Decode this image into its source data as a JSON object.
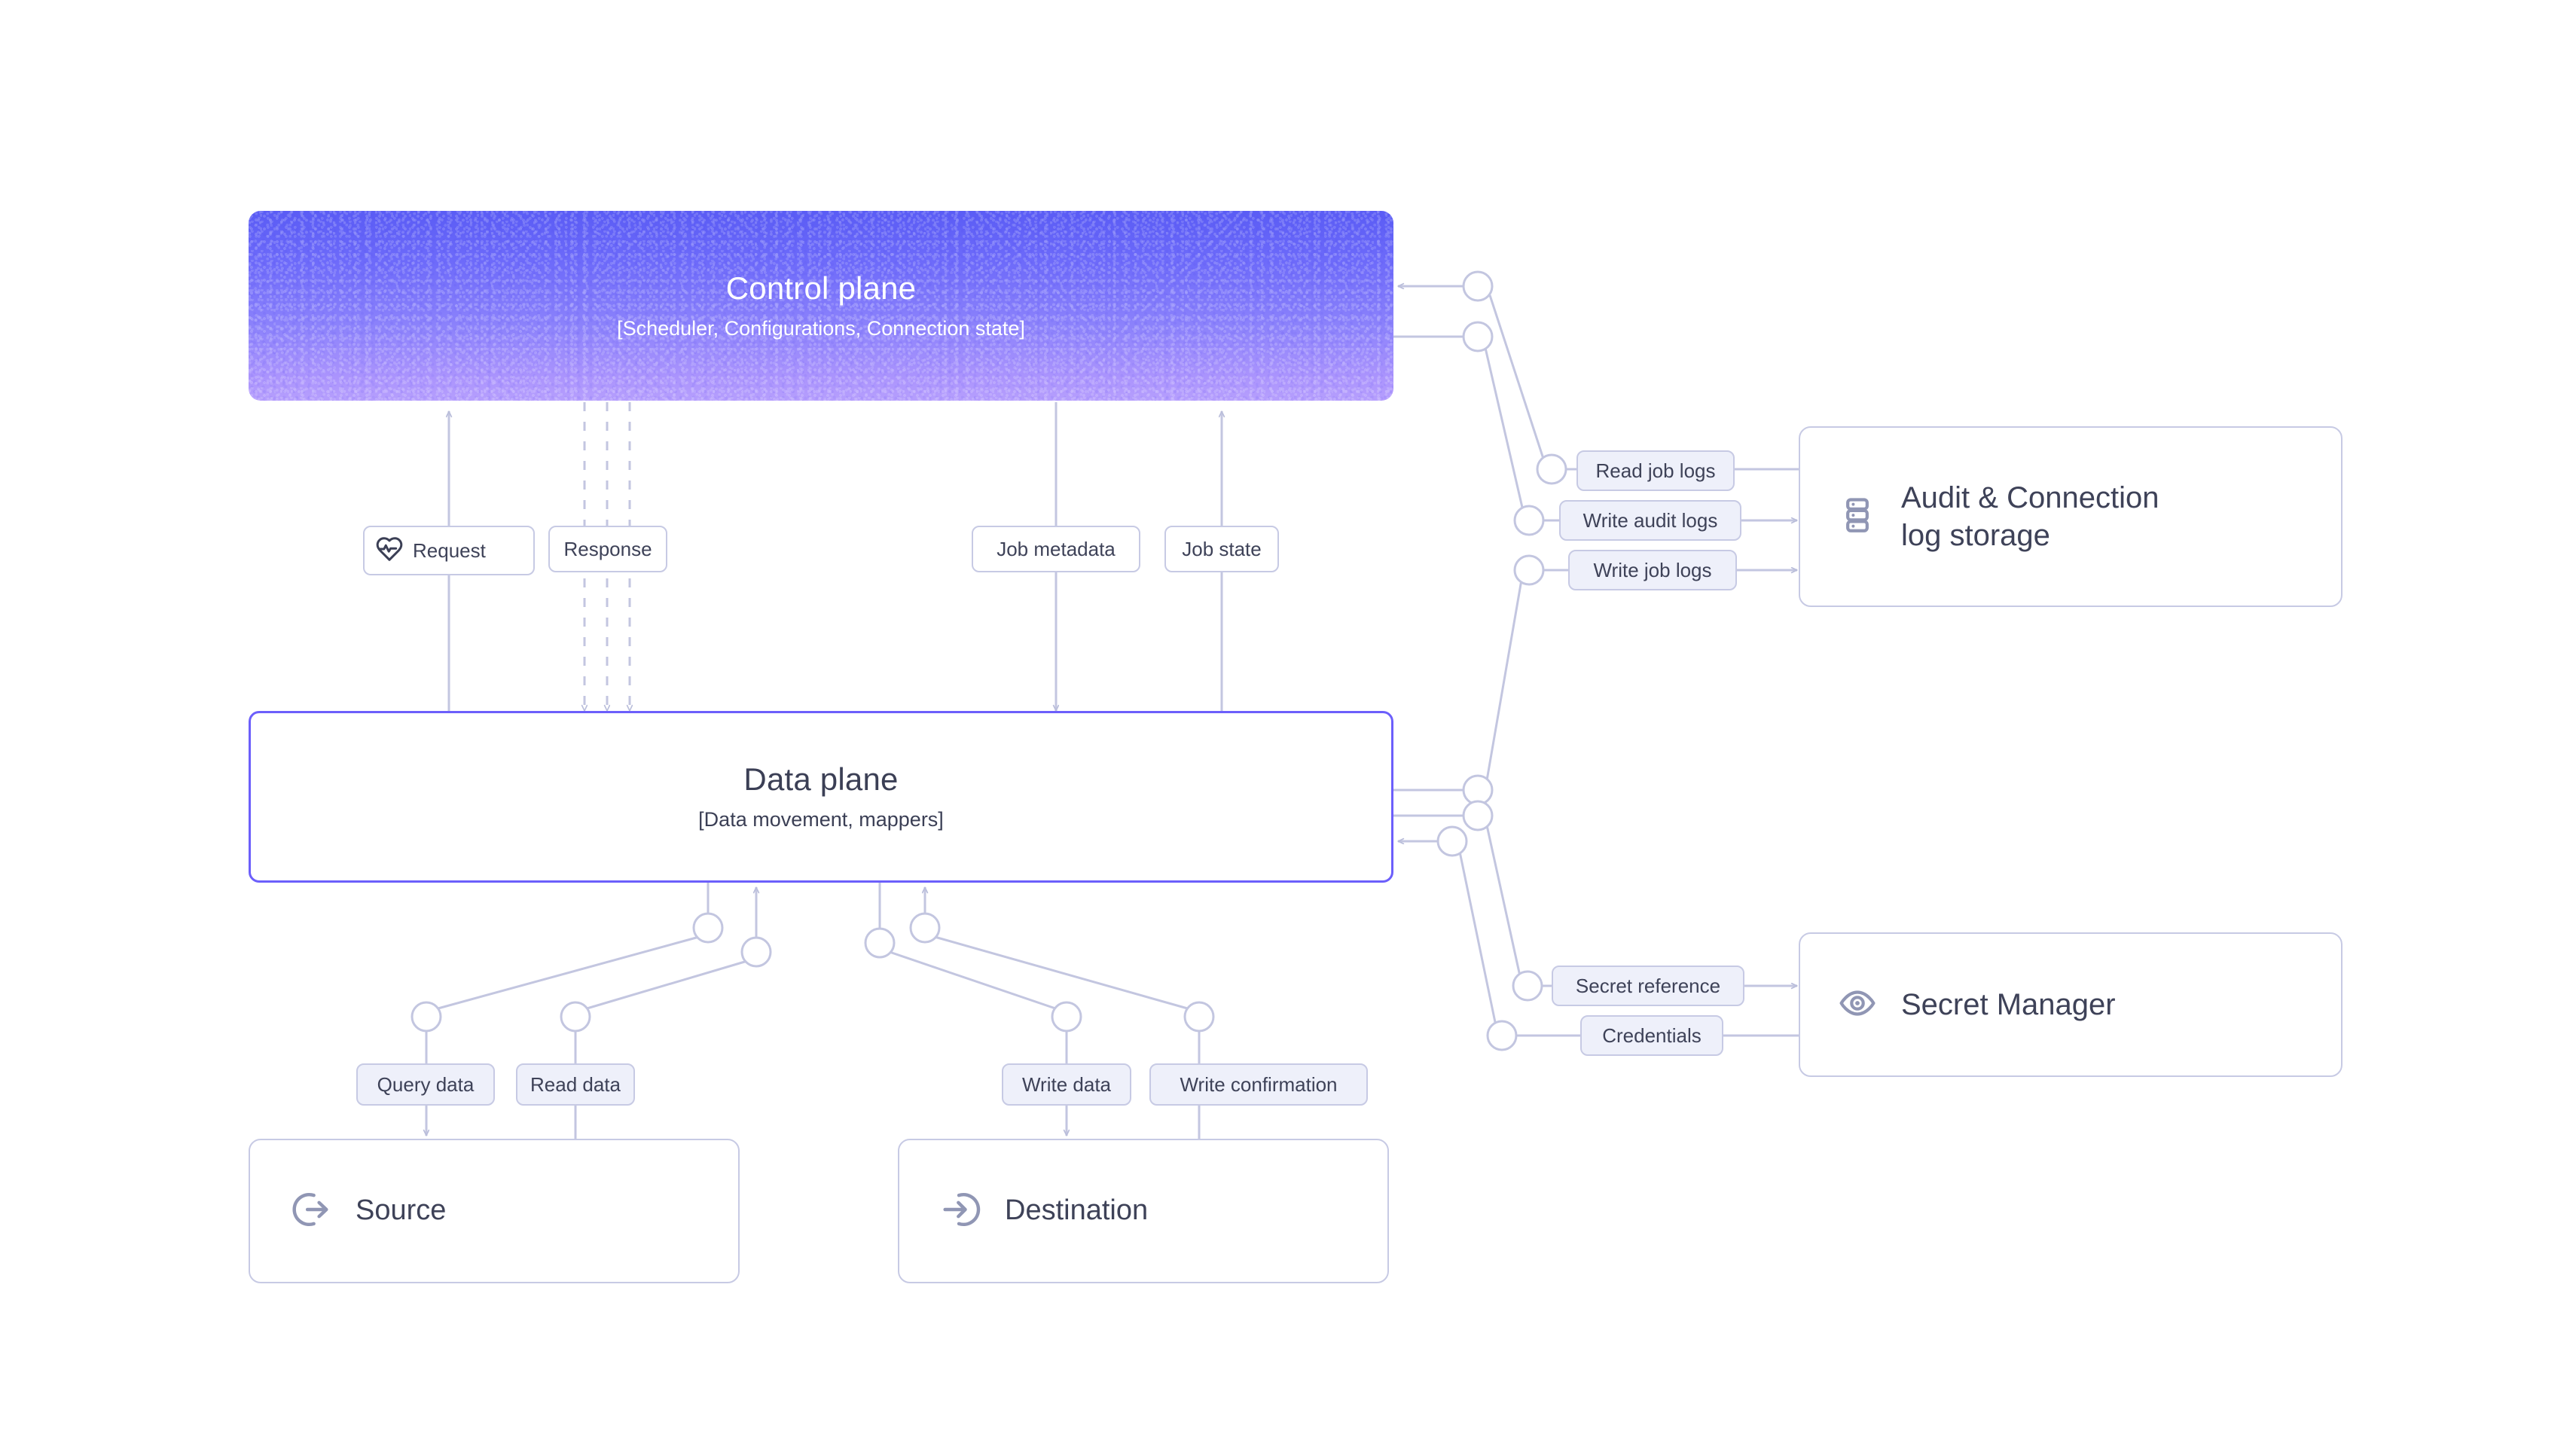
{
  "diagram": {
    "title": "Control plane / Data plane architecture",
    "colors": {
      "control_plane_gradient_top": "#5a5cf5",
      "control_plane_gradient_bottom": "#b69ffd",
      "data_plane_border": "#6c5ffb",
      "node_border": "#c7cae4",
      "label_fill": "#eef0fa",
      "edge_stroke": "#c3c6e0",
      "text": "#3e4258",
      "background": "#ffffff"
    }
  },
  "nodes": {
    "control_plane": {
      "title": "Control plane",
      "subtitle": "[Scheduler, Configurations, Connection state]"
    },
    "data_plane": {
      "title": "Data plane",
      "subtitle": "[Data movement, mappers]"
    },
    "source": {
      "label": "Source",
      "icon": "log-out-icon"
    },
    "destination": {
      "label": "Destination",
      "icon": "log-in-icon"
    },
    "audit_log_storage": {
      "label": "Audit & Connection log storage",
      "line1": "Audit & Connection",
      "line2": "log storage",
      "icon": "server-stack-icon"
    },
    "secret_manager": {
      "label": "Secret Manager",
      "icon": "eye-icon"
    }
  },
  "edge_labels": {
    "request": "Request",
    "request_icon": "heart-pulse-icon",
    "response": "Response",
    "job_metadata": "Job metadata",
    "job_state": "Job state",
    "query_data": "Query data",
    "read_data": "Read data",
    "write_data": "Write data",
    "write_confirmation": "Write confirmation",
    "read_job_logs": "Read job logs",
    "write_audit_logs": "Write audit logs",
    "write_job_logs": "Write job logs",
    "secret_reference": "Secret reference",
    "credentials": "Credentials"
  }
}
